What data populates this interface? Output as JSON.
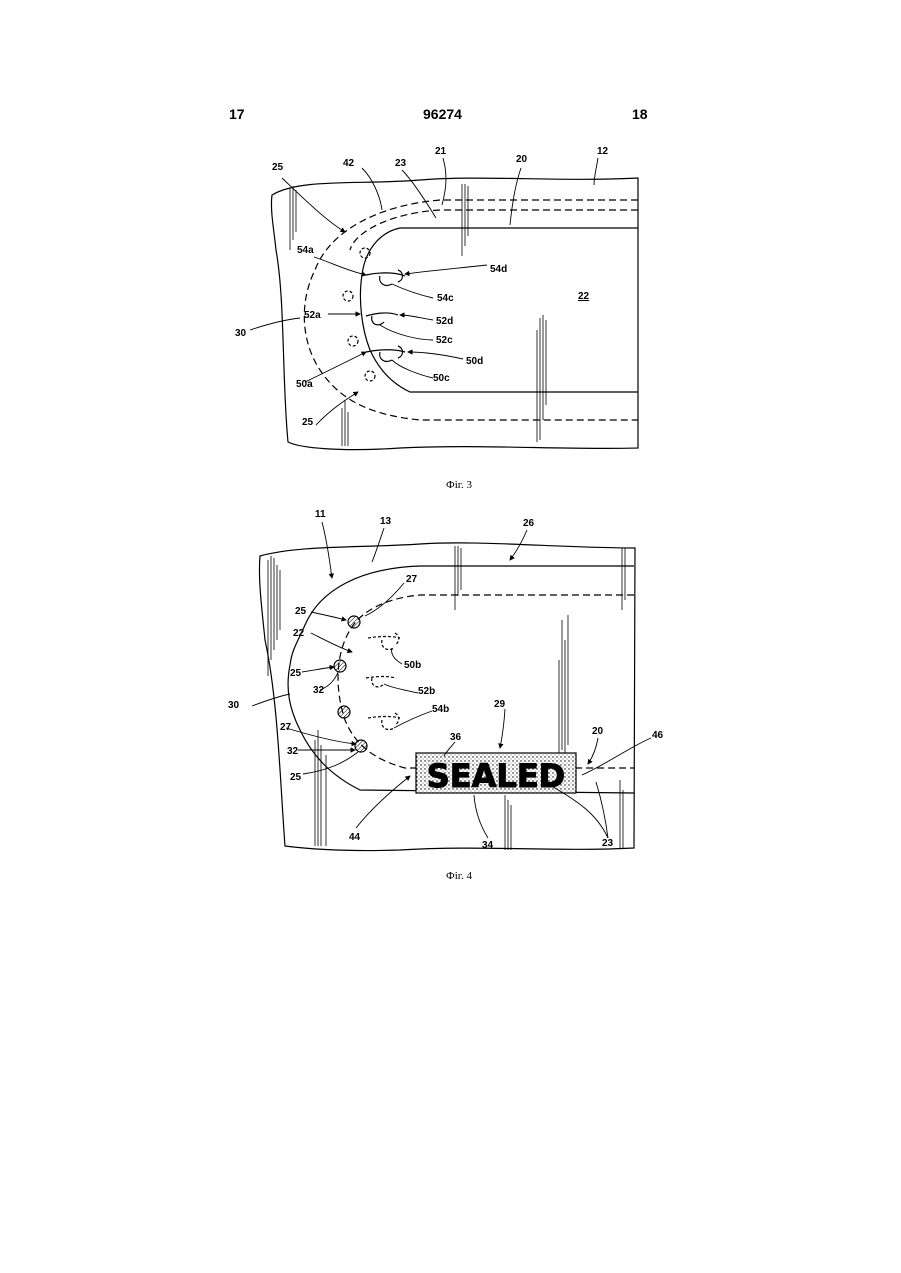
{
  "header": {
    "page_left": "17",
    "doc_number": "96274",
    "page_right": "18"
  },
  "figure3": {
    "caption": "Фіг. 3",
    "labels": {
      "l25a": "25",
      "l42": "42",
      "l23": "23",
      "l21": "21",
      "l20": "20",
      "l12": "12",
      "l54a": "54a",
      "l54d": "54d",
      "l54c": "54c",
      "l22": "22",
      "l30": "30",
      "l52a": "52a",
      "l52d": "52d",
      "l52c": "52c",
      "l50d": "50d",
      "l50a": "50a",
      "l50c": "50c",
      "l25b": "25"
    }
  },
  "figure4": {
    "caption": "Фіг. 4",
    "stamp_text": "SEALED",
    "labels": {
      "l11": "11",
      "l13": "13",
      "l26": "26",
      "l27a": "27",
      "l25a": "25",
      "l22": "22",
      "l50b": "50b",
      "l25b": "25",
      "l32a": "32",
      "l52b": "52b",
      "l30": "30",
      "l54b": "54b",
      "l29": "29",
      "l27b": "27",
      "l36": "36",
      "l20": "20",
      "l46": "46",
      "l32b": "32",
      "l25c": "25",
      "l44": "44",
      "l34": "34",
      "l23": "23"
    }
  }
}
